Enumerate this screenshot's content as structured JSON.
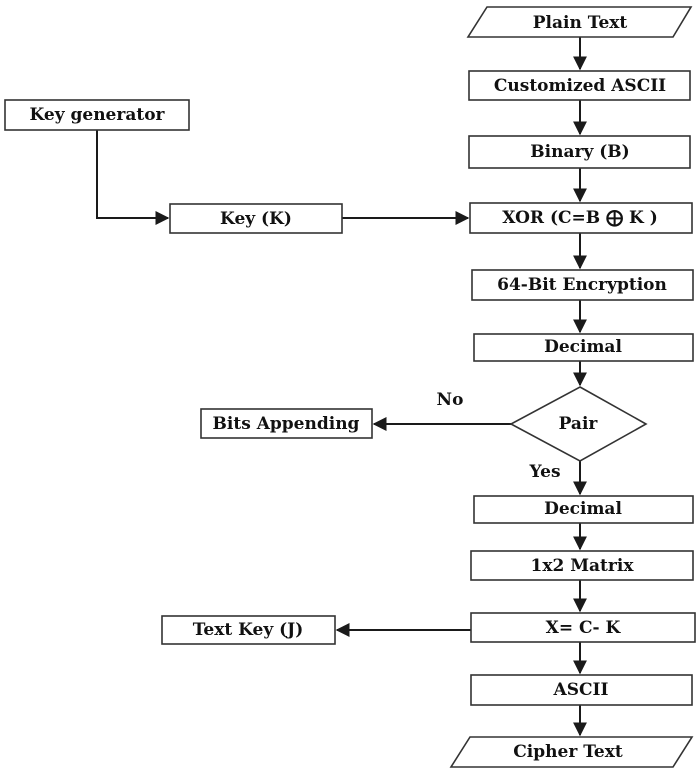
{
  "nodes": {
    "plain_text": "Plain Text",
    "customized_ascii": "Customized ASCII",
    "binary": "Binary (B)",
    "xor": "XOR (C=B ⨁ K )",
    "encryption_64bit": "64-Bit Encryption",
    "decimal_1": "Decimal",
    "pair": "Pair",
    "bits_appending": "Bits Appending",
    "decimal_2": "Decimal",
    "matrix": "1x2 Matrix",
    "subtract": "X= C- K",
    "ascii": "ASCII",
    "cipher_text": "Cipher Text",
    "key_generator": "Key generator",
    "key": "Key (K)",
    "text_key": "Text Key (J)"
  },
  "edge_labels": {
    "no": "No",
    "yes": "Yes"
  }
}
